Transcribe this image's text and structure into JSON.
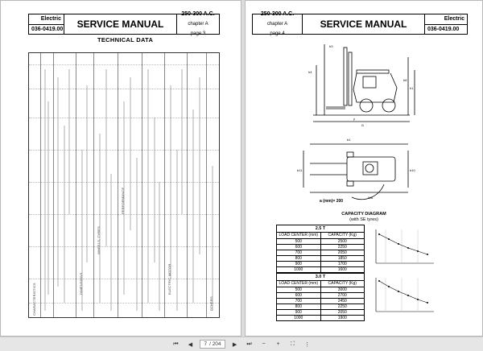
{
  "left_page": {
    "brand": "Electric",
    "code": "036-0419.00",
    "title": "SERVICE MANUAL",
    "model": "250-300 A.C.",
    "chapter": "chapter A",
    "page": "page 3",
    "section": "TECHNICAL DATA",
    "col_labels": [
      "CHARACTERISTICS",
      "DIMENSIONS",
      "WHEELS, TYRES",
      "PERFORMANCE",
      "ELECTRIC MOTOR",
      "OTHERS"
    ]
  },
  "right_page": {
    "model": "250-300 A.C.",
    "chapter": "chapter A",
    "page": "page 4",
    "title": "SERVICE MANUAL",
    "brand": "Electric",
    "code": "036-0419.00",
    "a_label": "a (mm)= 200",
    "capacity_title": "CAPACITY DIAGRAM",
    "capacity_sub": "(with SE tyres)",
    "table1": {
      "caption": "2.5 T",
      "headers": [
        "LOAD CENTER (mm)",
        "CAPACITY (Kg)"
      ],
      "rows": [
        [
          "500",
          "2500"
        ],
        [
          "600",
          "2250"
        ],
        [
          "700",
          "2050"
        ],
        [
          "800",
          "1850"
        ],
        [
          "900",
          "1700"
        ],
        [
          "1000",
          "1600"
        ]
      ]
    },
    "table2": {
      "caption": "3.0 T",
      "headers": [
        "LOAD CENTER (mm)",
        "CAPACITY (Kg)"
      ],
      "rows": [
        [
          "500",
          "3000"
        ],
        [
          "600",
          "2700"
        ],
        [
          "700",
          "2450"
        ],
        [
          "800",
          "2250"
        ],
        [
          "900",
          "2050"
        ],
        [
          "1000",
          "1900"
        ]
      ]
    }
  },
  "toolbar": {
    "current_page": "7",
    "total_pages": "/ 204"
  }
}
